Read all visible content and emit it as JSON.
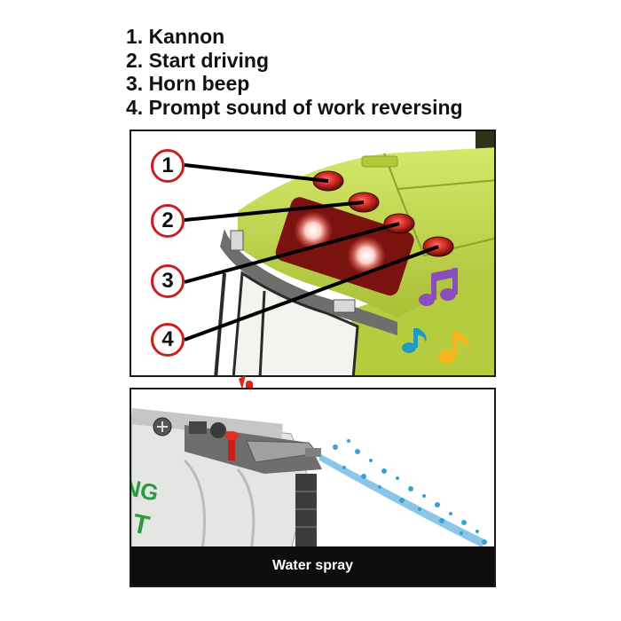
{
  "features": [
    {
      "text": "1. Kannon"
    },
    {
      "text": "2. Start driving"
    },
    {
      "text": "3. Horn beep"
    },
    {
      "text": "4. Prompt sound of work reversing"
    }
  ],
  "callouts": [
    "1",
    "2",
    "3",
    "4"
  ],
  "bottom_panel": {
    "caption": "Water spray"
  },
  "colors": {
    "truck_body": "#c2d649",
    "truck_dark": "#7e8c2a",
    "callout_ring": "#c8201e",
    "button_red": "#b01e1c",
    "note_purple": "#8a4fb8",
    "note_teal": "#1f9bc2",
    "note_yellow": "#f2b51e",
    "hand_red": "#e2231a",
    "water": "#3aa0d8"
  },
  "icons": [
    "hand-pointer-icon",
    "music-note-icon",
    "arrow-up-icon"
  ]
}
